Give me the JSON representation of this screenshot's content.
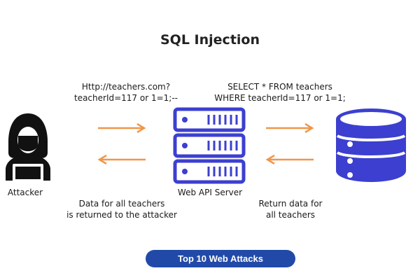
{
  "title": "SQL Injection",
  "nodes": {
    "attacker": {
      "label": "Attacker",
      "icon": "hooded-attacker-icon"
    },
    "server": {
      "label": "Web API Server",
      "icon": "server-rack-icon"
    },
    "database": {
      "icon": "database-icon"
    }
  },
  "request": {
    "url_line1": "Http://teachers.com?",
    "url_line2": "teacherId=117 or 1=1;--",
    "sql_line1": "SELECT * FROM teachers",
    "sql_line2": "WHERE teacherId=117 or 1=1;"
  },
  "response": {
    "server_line1": "Return data for",
    "server_line2": "all teachers",
    "attacker_line1": "Data for all teachers",
    "attacker_line2": "is returned to the attacker"
  },
  "footer": {
    "label": "Top 10 Web Attacks"
  },
  "colors": {
    "arrow": "#f0964a",
    "icon_blue": "#3c3fd0",
    "attacker": "#111111",
    "banner": "#214aa8"
  }
}
